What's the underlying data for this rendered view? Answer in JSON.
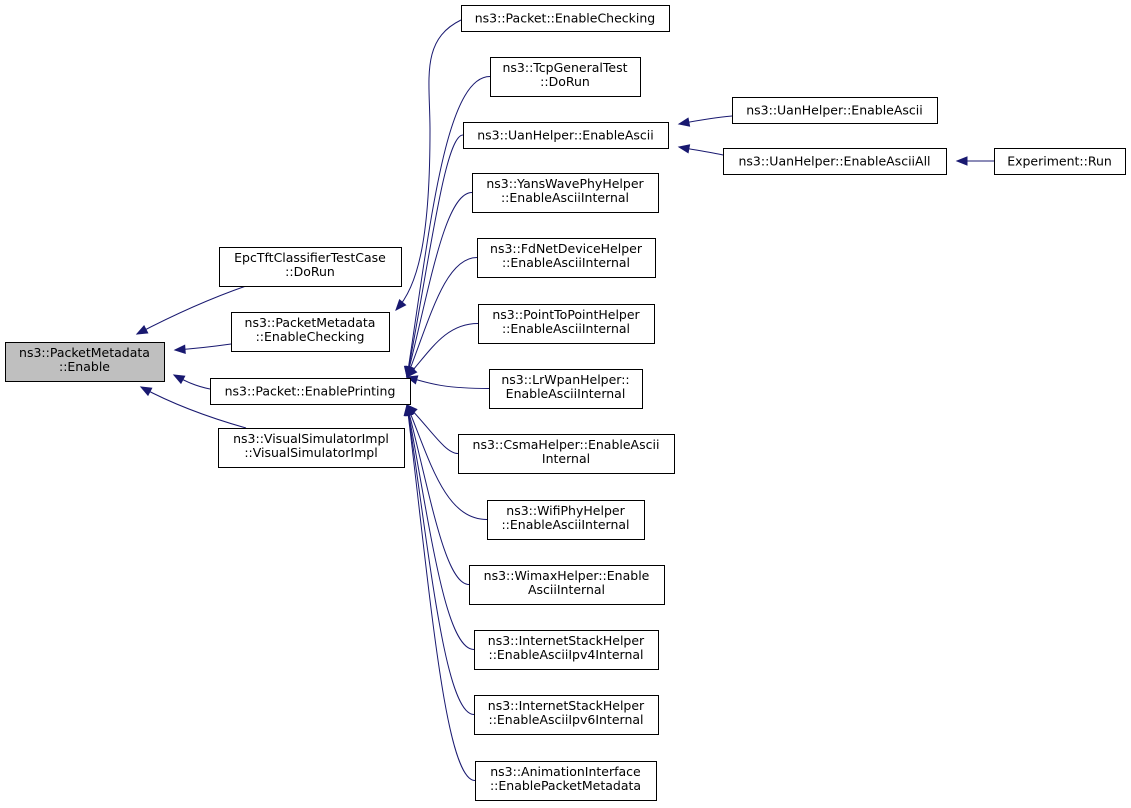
{
  "graph": {
    "nodes": [
      {
        "id": "root",
        "lines": [
          "ns3::PacketMetadata",
          "::Enable"
        ],
        "highlighted": true
      },
      {
        "id": "epc",
        "lines": [
          "EpcTftClassifierTestCase",
          "::DoRun"
        ]
      },
      {
        "id": "pm_check",
        "lines": [
          "ns3::PacketMetadata",
          "::EnableChecking"
        ]
      },
      {
        "id": "pkt_print",
        "lines": [
          "ns3::Packet::EnablePrinting"
        ]
      },
      {
        "id": "vis",
        "lines": [
          "ns3::VisualSimulatorImpl",
          "::VisualSimulatorImpl"
        ]
      },
      {
        "id": "pkt_check",
        "lines": [
          "ns3::Packet::EnableChecking"
        ]
      },
      {
        "id": "tcp",
        "lines": [
          "ns3::TcpGeneralTest",
          "::DoRun"
        ]
      },
      {
        "id": "uan_ascii",
        "lines": [
          "ns3::UanHelper::EnableAscii"
        ]
      },
      {
        "id": "yans",
        "lines": [
          "ns3::YansWavePhyHelper",
          "::EnableAsciiInternal"
        ]
      },
      {
        "id": "fdnet",
        "lines": [
          "ns3::FdNetDeviceHelper",
          "::EnableAsciiInternal"
        ]
      },
      {
        "id": "p2p",
        "lines": [
          "ns3::PointToPointHelper",
          "::EnableAsciiInternal"
        ]
      },
      {
        "id": "lrwpan",
        "lines": [
          "ns3::LrWpanHelper::",
          "EnableAsciiInternal"
        ]
      },
      {
        "id": "csma",
        "lines": [
          "ns3::CsmaHelper::EnableAscii",
          "Internal"
        ]
      },
      {
        "id": "wifi",
        "lines": [
          "ns3::WifiPhyHelper",
          "::EnableAsciiInternal"
        ]
      },
      {
        "id": "wimax",
        "lines": [
          "ns3::WimaxHelper::Enable",
          "AsciiInternal"
        ]
      },
      {
        "id": "inet4",
        "lines": [
          "ns3::InternetStackHelper",
          "::EnableAsciiIpv4Internal"
        ]
      },
      {
        "id": "inet6",
        "lines": [
          "ns3::InternetStackHelper",
          "::EnableAsciiIpv6Internal"
        ]
      },
      {
        "id": "anim",
        "lines": [
          "ns3::AnimationInterface",
          "::EnablePacketMetadata"
        ]
      },
      {
        "id": "uan_ascii2",
        "lines": [
          "ns3::UanHelper::EnableAscii"
        ]
      },
      {
        "id": "uan_all",
        "lines": [
          "ns3::UanHelper::EnableAsciiAll"
        ]
      },
      {
        "id": "exp_run",
        "lines": [
          "Experiment::Run"
        ]
      }
    ],
    "edges": [
      {
        "from": "epc",
        "to": "root"
      },
      {
        "from": "pm_check",
        "to": "root"
      },
      {
        "from": "pkt_print",
        "to": "root"
      },
      {
        "from": "vis",
        "to": "root"
      },
      {
        "from": "pkt_check",
        "to": "pm_check"
      },
      {
        "from": "tcp",
        "to": "pkt_print"
      },
      {
        "from": "uan_ascii",
        "to": "pkt_print"
      },
      {
        "from": "yans",
        "to": "pkt_print"
      },
      {
        "from": "fdnet",
        "to": "pkt_print"
      },
      {
        "from": "p2p",
        "to": "pkt_print"
      },
      {
        "from": "lrwpan",
        "to": "pkt_print"
      },
      {
        "from": "csma",
        "to": "pkt_print"
      },
      {
        "from": "wifi",
        "to": "pkt_print"
      },
      {
        "from": "wimax",
        "to": "pkt_print"
      },
      {
        "from": "inet4",
        "to": "pkt_print"
      },
      {
        "from": "inet6",
        "to": "pkt_print"
      },
      {
        "from": "anim",
        "to": "pkt_print"
      },
      {
        "from": "uan_ascii2",
        "to": "uan_ascii"
      },
      {
        "from": "uan_all",
        "to": "uan_ascii"
      },
      {
        "from": "exp_run",
        "to": "uan_all"
      }
    ],
    "colors": {
      "edge": "#191970",
      "node_border": "#000000",
      "node_fill": "#ffffff",
      "root_fill": "#bfbfbf",
      "text": "#000000"
    }
  }
}
